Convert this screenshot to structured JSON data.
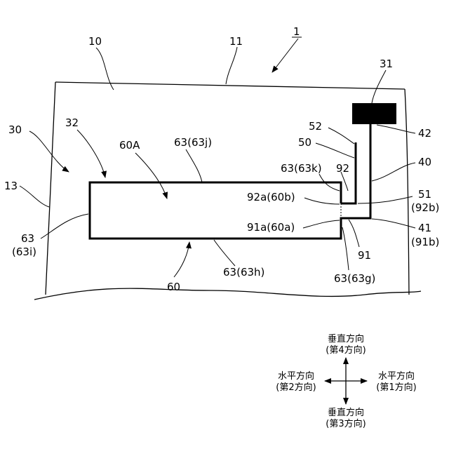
{
  "labels": {
    "l1": "1",
    "l10": "10",
    "l11": "11",
    "l31": "31",
    "l30": "30",
    "l32": "32",
    "l13": "13",
    "l60A": "60A",
    "l63j": "63(63j)",
    "l52": "52",
    "l50": "50",
    "l42": "42",
    "l40": "40",
    "l63k": "63(63k)",
    "l92": "92",
    "l92a": "92a(60b)",
    "l51": "51",
    "l92b": "(92b)",
    "l91a": "91a(60a)",
    "l41": "41",
    "l91b": "(91b)",
    "l63": "63",
    "l63i": "(63i)",
    "l91": "91",
    "l63h": "63(63h)",
    "l63g": "63(63g)",
    "l60": "60"
  },
  "directions": {
    "up_1": "垂直方向",
    "up_2": "(第4方向)",
    "down_1": "垂直方向",
    "down_2": "(第3方向)",
    "left_1": "水平方向",
    "left_2": "(第2方向)",
    "right_1": "水平方向",
    "right_2": "(第1方向)"
  }
}
